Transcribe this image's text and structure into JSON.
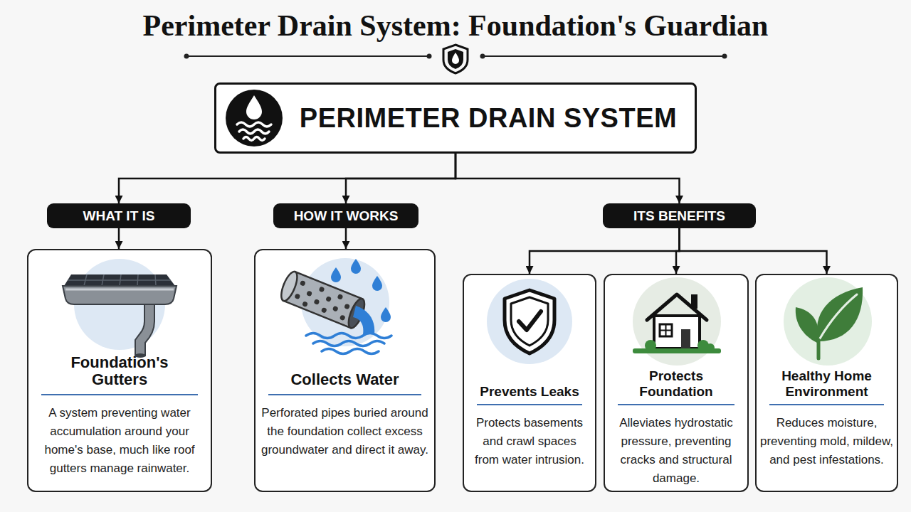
{
  "diagram": {
    "title": "Perimeter Drain System: Foundation's Guardian",
    "nodes": [
      {
        "text": [
          "PERIMETER DRAIN SYSTEM"
        ]
      },
      {
        "text": [
          "WHAT IT IS"
        ]
      },
      {
        "text": [
          "HOW IT WORKS"
        ]
      },
      {
        "text": [
          "ITS BENEFITS"
        ]
      },
      {
        "text": [
          "Foundation's Gutters",
          "A system preventing water accumulation around your home's base, much like roof gutters manage rainwater."
        ]
      },
      {
        "text": [
          "Collects Water",
          "Perforated pipes buried around the foundation collect excess groundwater and direct it away."
        ]
      },
      {
        "text": [
          "Prevents Leaks",
          "Protects basements and crawl spaces from water intrusion."
        ]
      },
      {
        "text": [
          "Protects Foundation",
          "Alleviates hydrostatic pressure, preventing cracks and structural damage."
        ]
      },
      {
        "text": [
          "Healthy Home Environment",
          "Reduces moisture, preventing mold, mildew, and pest infestations."
        ]
      }
    ],
    "edges": [
      {
        "from": 0,
        "to": 1,
        "arrow": "to"
      },
      {
        "from": 0,
        "to": 2,
        "arrow": "to"
      },
      {
        "from": 0,
        "to": 3,
        "arrow": "to"
      },
      {
        "from": 1,
        "to": 4,
        "arrow": "to"
      },
      {
        "from": 2,
        "to": 5,
        "arrow": "to"
      },
      {
        "from": 3,
        "to": 6,
        "arrow": "to"
      },
      {
        "from": 3,
        "to": 7,
        "arrow": "to"
      },
      {
        "from": 3,
        "to": 8,
        "arrow": "to"
      }
    ]
  }
}
